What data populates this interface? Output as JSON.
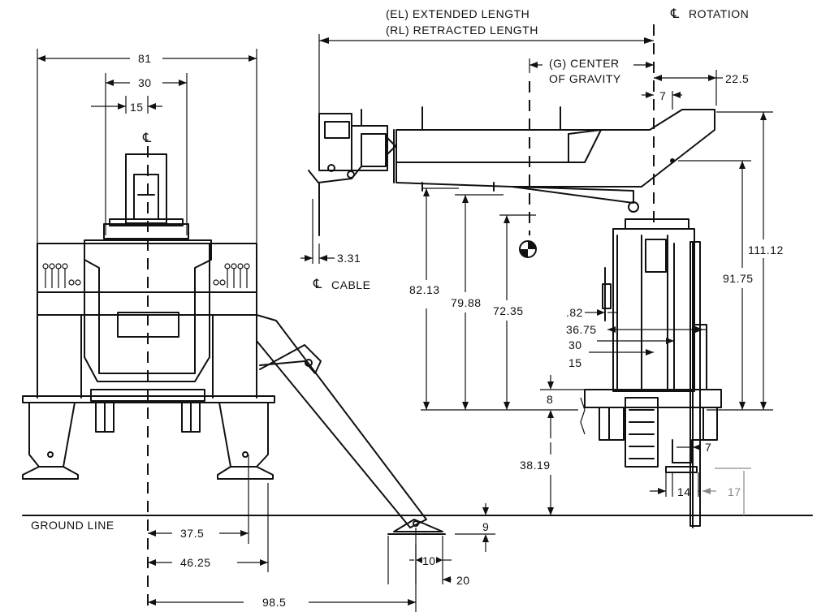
{
  "labels": {
    "extended_length": "(EL) EXTENDED LENGTH",
    "retracted_length": "(RL) RETRACTED LENGTH",
    "rotation": "ROTATION",
    "center_of_gravity_1": "(G) CENTER",
    "center_of_gravity_2": "OF GRAVITY",
    "cable": "CABLE",
    "ground_line": "GROUND LINE",
    "centerline_symbol": "℄"
  },
  "dimensions": {
    "front_width": "81",
    "front_inner": "30",
    "front_half": "15",
    "ground_37_5": "37.5",
    "ground_46_25": "46.25",
    "ground_98_5": "98.5",
    "foot_10": "10",
    "foot_20": "20",
    "foot_9": "9",
    "cable_offset": "3.31",
    "h_82_13": "82.13",
    "h_79_88": "79.88",
    "h_72_35": "72.35",
    "d_0_82": ".82",
    "d_36_75": "36.75",
    "d_30": "30",
    "d_15": "15",
    "d_8": "8",
    "h_38_19": "38.19",
    "d_7_top": "7",
    "d_22_5": "22.5",
    "h_111_12": "111.12",
    "h_91_75": "91.75",
    "d_7_bottom": "7",
    "d_14": "14",
    "d_17": "17",
    "d_9_small": "9"
  },
  "colors": {
    "ink": "#111111",
    "paper": "#ffffff",
    "secondary": "#888888"
  }
}
